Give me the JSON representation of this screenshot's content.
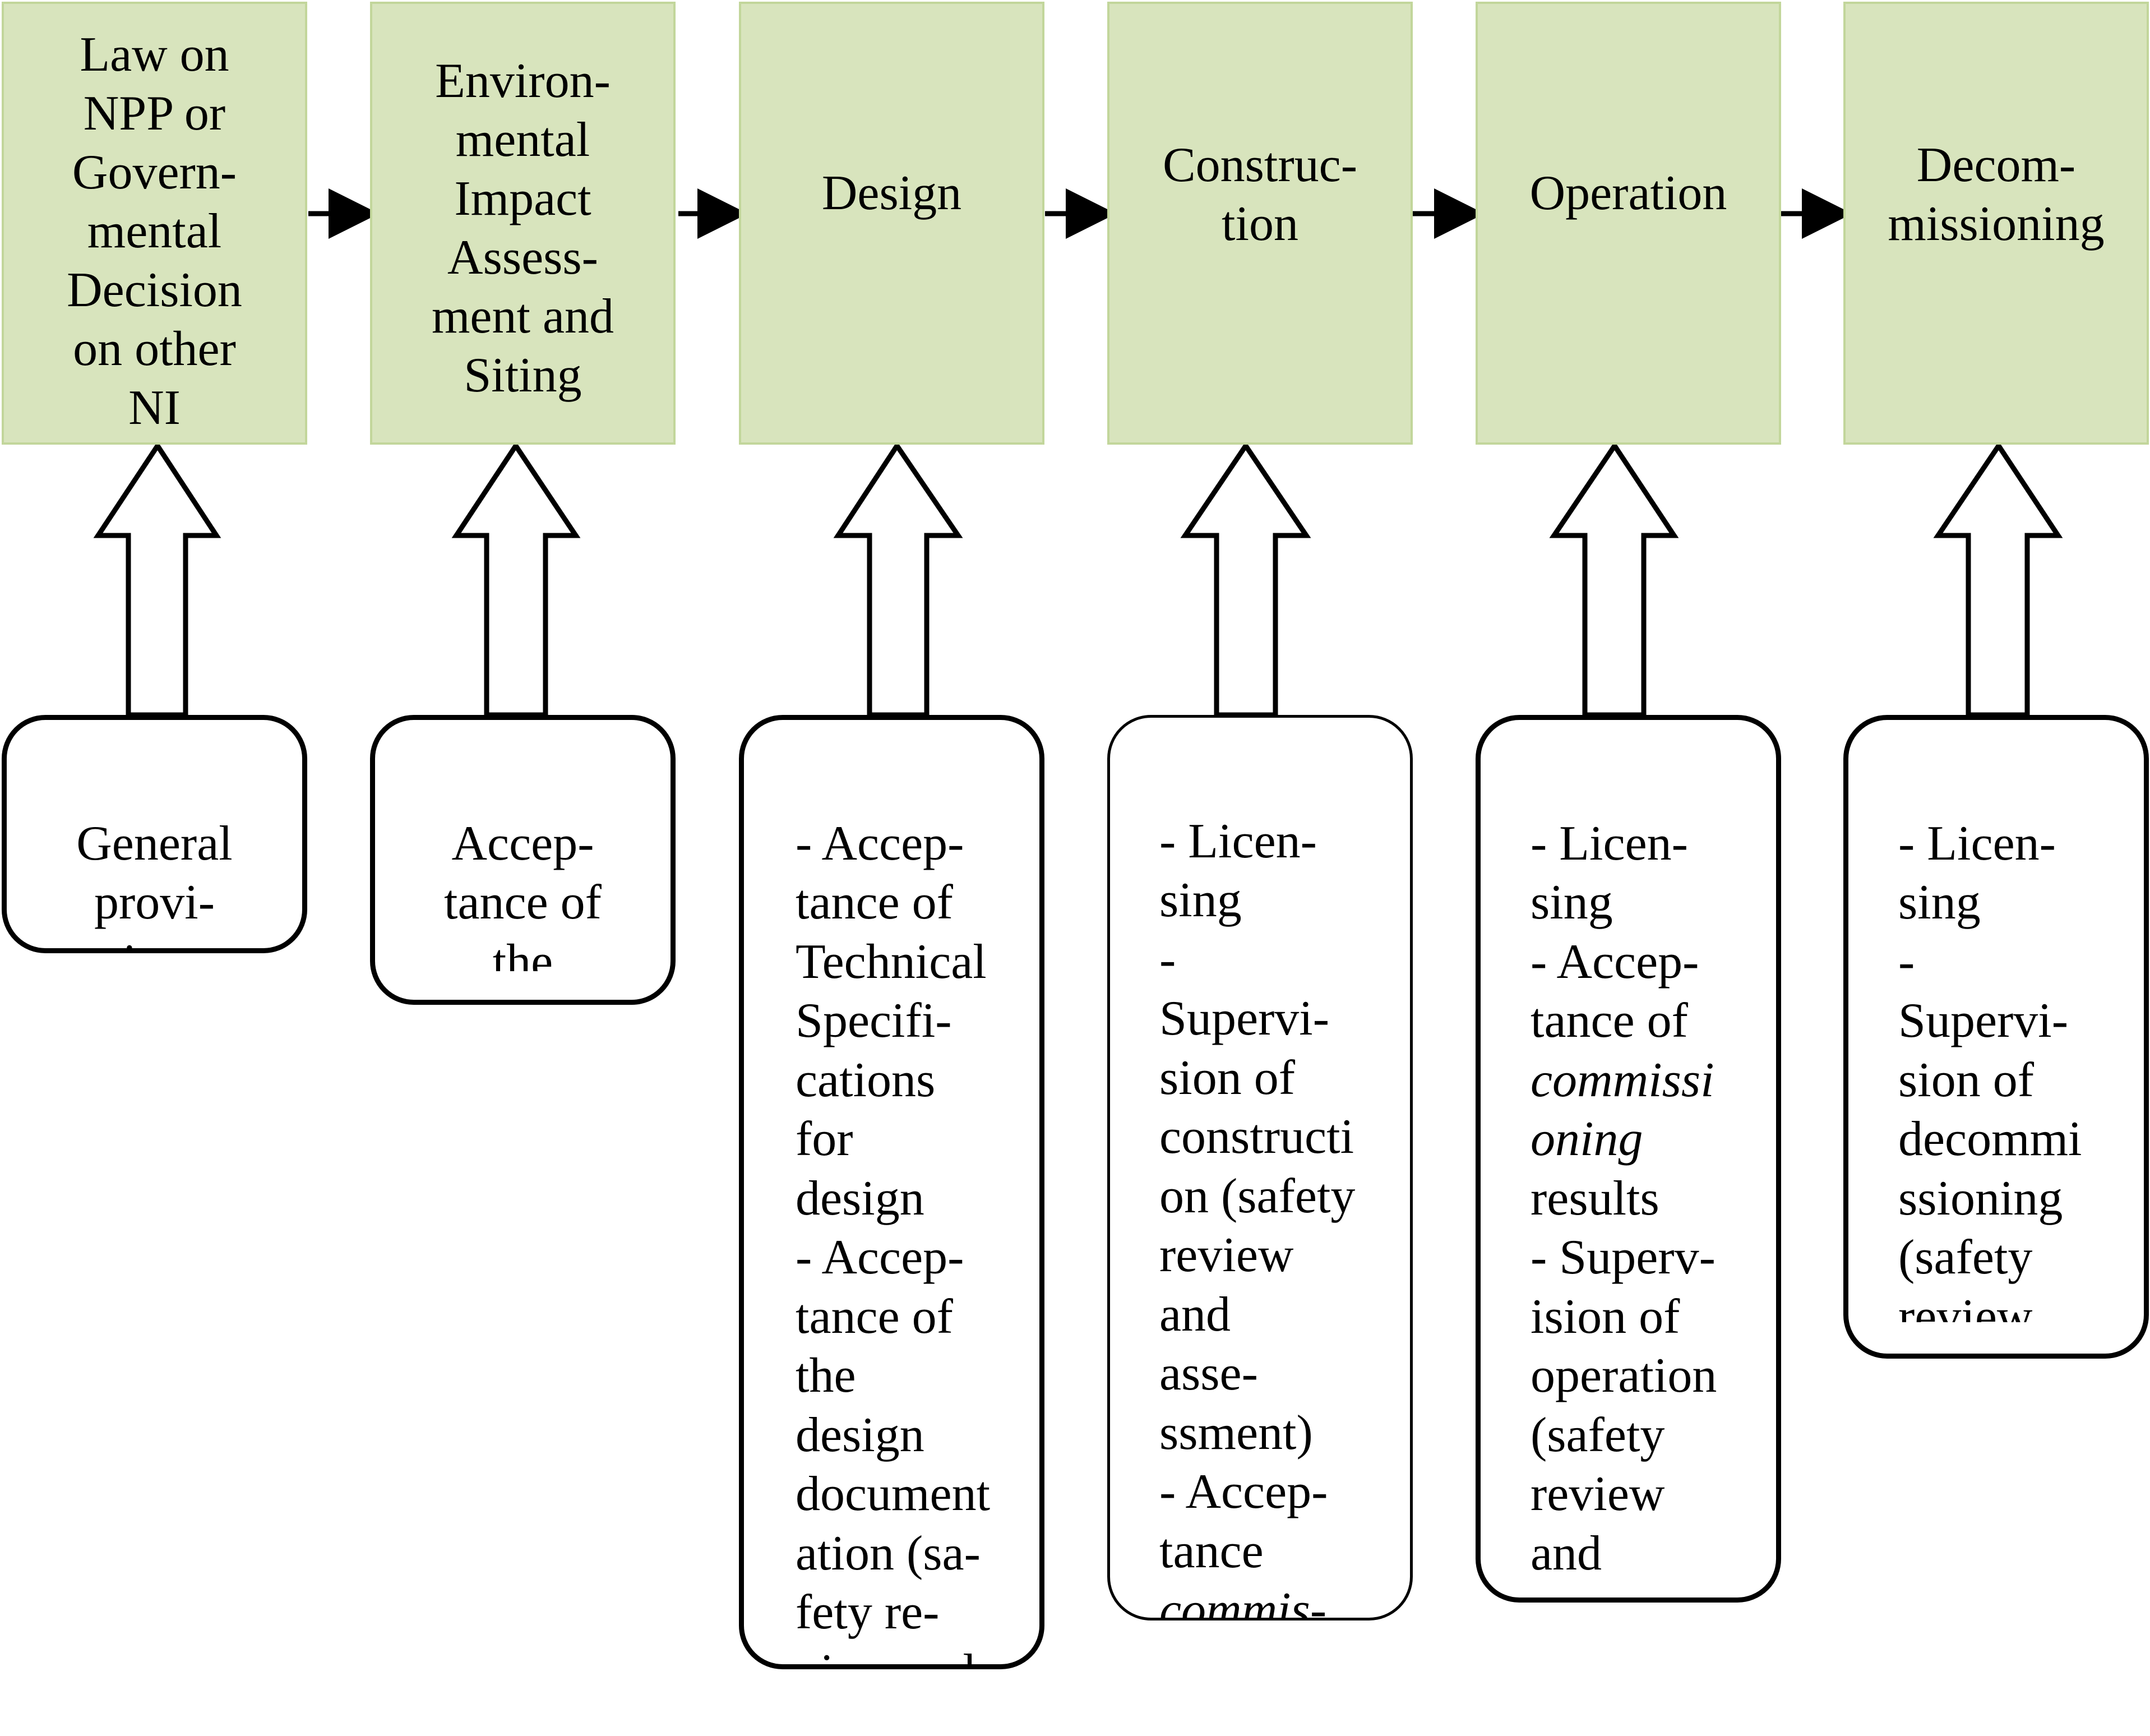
{
  "stages": [
    {
      "label": "Law on\nNPP or\nGovern-\nmental\nDecision\non other\nNI"
    },
    {
      "label": "Environ-\nmental\nImpact\nAssess-\nment and\nSiting"
    },
    {
      "label": "Design"
    },
    {
      "label": "Construc-\ntion"
    },
    {
      "label": "Operation"
    },
    {
      "label": "Decom-\nmissioning"
    }
  ],
  "tasks": [
    {
      "parts": [
        {
          "text": "General\nprovi-\nsions",
          "italic": false
        }
      ]
    },
    {
      "parts": [
        {
          "text": "Accep-\ntance of\nthe\nReports",
          "italic": false
        }
      ]
    },
    {
      "parts": [
        {
          "text": "- Accep-\ntance of\nTechnical\nSpecifi-\ncations\nfor\ndesign\n- Accep-\ntance of\nthe\ndesign\ndocument\nation (sa-\nfety re-\nview and",
          "italic": false
        }
      ]
    },
    {
      "parts": [
        {
          "text": "- Licen-\nsing\n-\nSupervi-\nsion of\nconstructi\non (safety\nreview\nand\nasse-\nssment)\n- Accep-\ntance\n",
          "italic": false
        },
        {
          "text": "commis-",
          "italic": true
        }
      ]
    },
    {
      "parts": [
        {
          "text": "- Licen-\nsing\n- Accep-\ntance of\n",
          "italic": false
        },
        {
          "text": "commissi\noning",
          "italic": true
        },
        {
          "text": "\nresults\n- Superv-\nision of\noperation\n(safety\nreview\nand\nassess-",
          "italic": false
        }
      ]
    },
    {
      "parts": [
        {
          "text": "- Licen-\nsing\n-\nSupervi-\nsion of\ndecommi\nssioning\n(safety\nreview\nand",
          "italic": false
        }
      ]
    }
  ]
}
